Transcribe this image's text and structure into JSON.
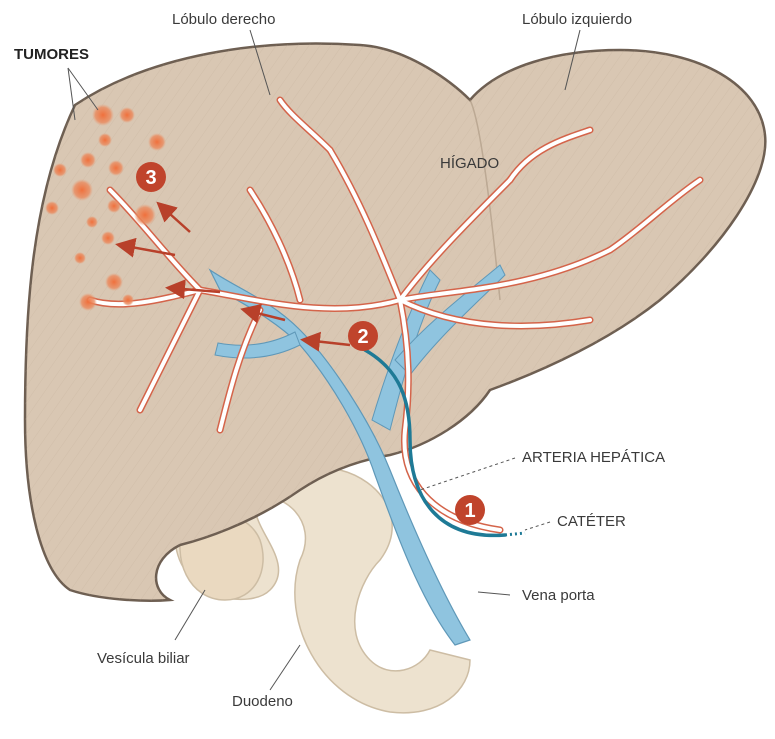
{
  "labels": {
    "right_lobe": "Lóbulo derecho",
    "left_lobe": "Lóbulo izquierdo",
    "tumors": "TUMORES",
    "liver": "HÍGADO",
    "hepatic_artery": "ARTERIA HEPÁTICA",
    "catheter": "CATÉTER",
    "portal_vein": "Vena porta",
    "gallbladder": "Vesícula biliar",
    "duodenum": "Duodeno"
  },
  "steps": [
    "1",
    "2",
    "3"
  ],
  "colors": {
    "liver": "#d9c7b3",
    "liver_edge": "#6e5f52",
    "duodenum": "#ece0cc",
    "portal_vein": "#8fc4df",
    "artery": "#ffffff",
    "artery_edge": "#d4644a",
    "catheter": "#1e7a96",
    "step_badge": "#c0442c",
    "tumor": "#e87a4c"
  }
}
